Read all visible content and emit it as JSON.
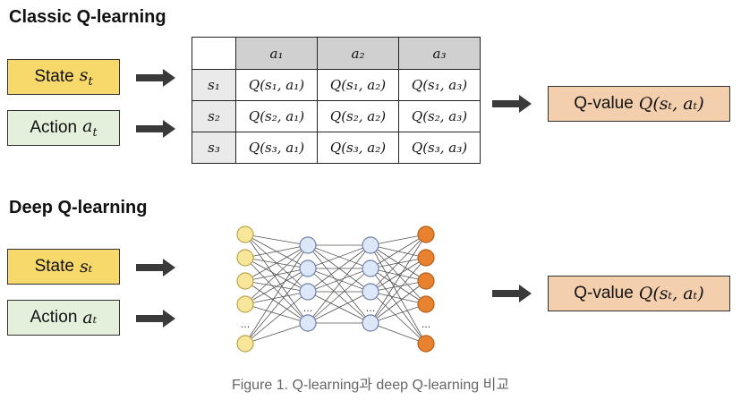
{
  "classic": {
    "title": "Classic Q-learning",
    "state_label": "State",
    "state_symbol": "s",
    "state_sub": "t",
    "action_label": "Action",
    "action_symbol": "a",
    "action_sub": "t",
    "table": {
      "columns": [
        "a₁",
        "a₂",
        "a₃"
      ],
      "rows": [
        {
          "label": "s₁",
          "cells": [
            "Q(s₁, a₁)",
            "Q(s₁, a₂)",
            "Q(s₁, a₃)"
          ]
        },
        {
          "label": "s₂",
          "cells": [
            "Q(s₂, a₁)",
            "Q(s₂, a₂)",
            "Q(s₂, a₃)"
          ]
        },
        {
          "label": "s₃",
          "cells": [
            "Q(s₃, a₁)",
            "Q(s₃, a₂)",
            "Q(s₃, a₃)"
          ]
        }
      ]
    },
    "output_label": "Q-value",
    "output_expr": "Q(sₜ, aₜ)"
  },
  "deep": {
    "title": "Deep Q-learning",
    "state_label": "State",
    "state_expr": "sₜ",
    "action_label": "Action",
    "action_expr": "aₜ",
    "output_label": "Q-value",
    "output_expr": "Q(sₜ, aₜ)",
    "network": {
      "layers": [
        {
          "nodes": 5,
          "color": "#f8e79a",
          "stroke": "#b9a64a"
        },
        {
          "nodes": 4,
          "color": "#dce7fa",
          "stroke": "#6f7fa8"
        },
        {
          "nodes": 4,
          "color": "#dce7fa",
          "stroke": "#6f7fa8"
        },
        {
          "nodes": 5,
          "color": "#e9822e",
          "stroke": "#b15f1c"
        }
      ],
      "ellipsis": "..."
    }
  },
  "colors": {
    "state": "#f6d86b",
    "action": "#e4f0dc",
    "qvalue": "#f3cfae",
    "arrow": "#3a3a3a"
  },
  "caption": "Figure 1. Q-learning과 deep Q-learning 비교"
}
